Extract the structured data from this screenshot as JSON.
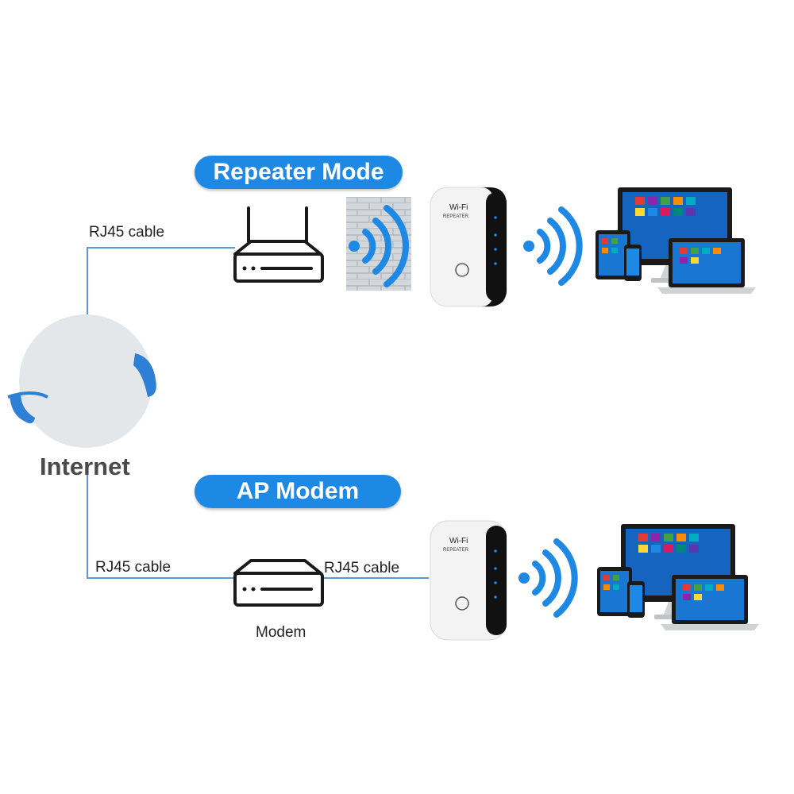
{
  "modes": {
    "repeater": {
      "title": "Repeater Mode",
      "cable_label": "RJ45 cable"
    },
    "ap": {
      "title": "AP Modem",
      "cable_label_left": "RJ45 cable",
      "cable_label_right": "RJ45 cable",
      "modem_label": "Modem"
    }
  },
  "internet": {
    "label": "Internet"
  },
  "device": {
    "brand_line1": "Wi-Fi",
    "brand_line2": "REPEATER"
  },
  "colors": {
    "accent": "#1e88e5",
    "cable": "#5b9bd5",
    "ink": "#1a1a1a",
    "wall": "#c9ced3",
    "screen": "#1565c0"
  }
}
